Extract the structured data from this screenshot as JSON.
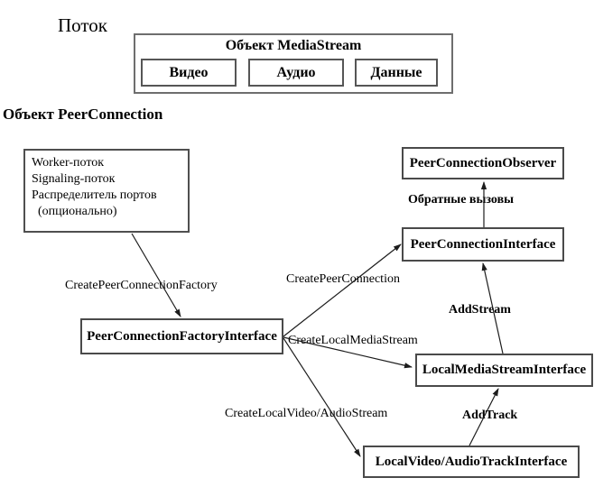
{
  "title_labels": {
    "thread": "Поток",
    "peer_connection_object": "Объект PeerConnection"
  },
  "media_stream": {
    "title": "Объект MediaStream",
    "video": "Видео",
    "audio": "Аудио",
    "data": "Данные"
  },
  "nodes": {
    "worker": {
      "lines": [
        "Worker-поток",
        "Signaling-поток",
        "Распределитель портов",
        "(опционально)"
      ]
    },
    "observer": "PeerConnectionObserver",
    "peer_connection_interface": "PeerConnectionInterface",
    "factory_interface": "PeerConnectionFactoryInterface",
    "local_media_stream_interface": "LocalMediaStreamInterface",
    "local_track_interface": "LocalVideo/AudioTrackInterface"
  },
  "edges": {
    "create_peer_connection_factory": "CreatePeerConnectionFactory",
    "create_peer_connection": "CreatePeerConnection",
    "callbacks": "Обратные вызовы",
    "add_stream": "AddStream",
    "create_local_media_stream": "CreateLocalMediaStream",
    "create_local_video_audio_stream": "CreateLocalVideo/AudioStream",
    "add_track": "AddTrack"
  },
  "colors": {
    "background": "#ffffff",
    "line": "#1c1c1c",
    "box_border": "#4a4a4a",
    "container_border": "#6e6e6e",
    "text": "#000000"
  }
}
